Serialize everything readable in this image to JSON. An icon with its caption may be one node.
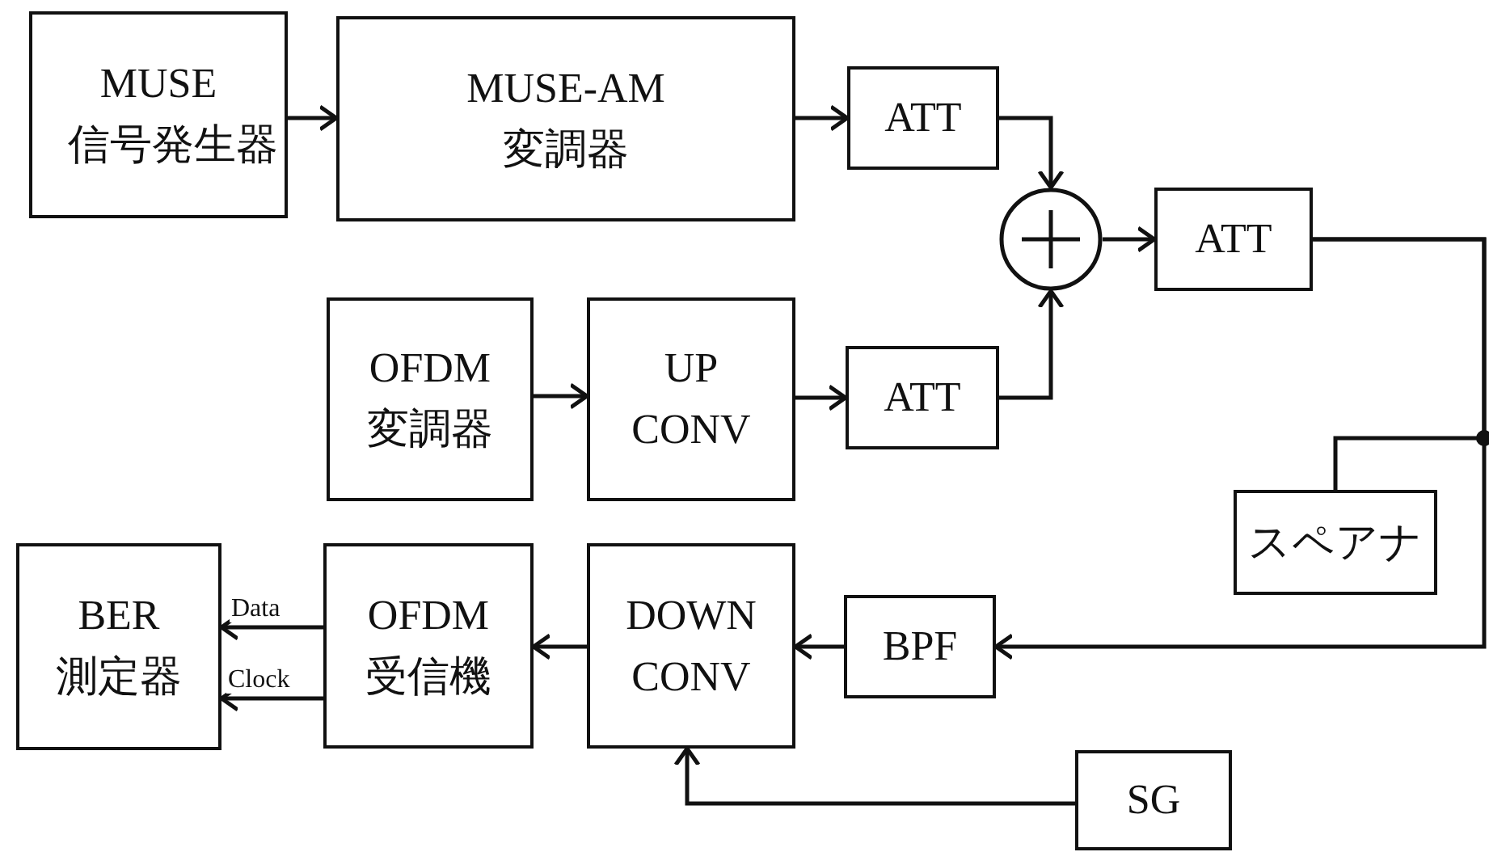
{
  "diagram": {
    "nodes": [
      {
        "text": [
          "MUSE 信号発生器"
        ]
      },
      {
        "text": [
          "MUSE-AM 変調器"
        ]
      },
      {
        "text": [
          "ATT"
        ]
      },
      {
        "text": [],
        "shape": "circle"
      },
      {
        "text": [
          "ATT"
        ]
      },
      {
        "text": [
          "OFDM 変調器"
        ]
      },
      {
        "text": [
          "UP CONV"
        ]
      },
      {
        "text": [
          "ATT"
        ]
      },
      {
        "text": [
          "スペアナ"
        ]
      },
      {
        "text": [
          "BER 測定器"
        ]
      },
      {
        "text": [
          "OFDM 受信機"
        ]
      },
      {
        "text": [
          "DOWN CONV"
        ]
      },
      {
        "text": [
          "BPF"
        ]
      },
      {
        "text": [
          "SG"
        ]
      }
    ],
    "edges": [
      {
        "from": 0,
        "to": 1,
        "arrow": "to"
      },
      {
        "from": 1,
        "to": 2,
        "arrow": "to"
      },
      {
        "from": 2,
        "to": 3,
        "arrow": "to"
      },
      {
        "from": 7,
        "to": 3,
        "arrow": "to"
      },
      {
        "from": 3,
        "to": 4,
        "arrow": "to"
      },
      {
        "from": 5,
        "to": 6,
        "arrow": "to"
      },
      {
        "from": 6,
        "to": 7,
        "arrow": "to"
      },
      {
        "from": 4,
        "to": 12,
        "arrow": "to"
      },
      {
        "from": 4,
        "to": 8,
        "arrow": "none"
      },
      {
        "from": 12,
        "to": 11,
        "arrow": "to"
      },
      {
        "from": 11,
        "to": 10,
        "arrow": "to"
      },
      {
        "from": 10,
        "to": 9,
        "arrow": "to",
        "label": "Data"
      },
      {
        "from": 10,
        "to": 9,
        "arrow": "to",
        "label": "Clock"
      },
      {
        "from": 13,
        "to": 11,
        "arrow": "to"
      }
    ]
  }
}
